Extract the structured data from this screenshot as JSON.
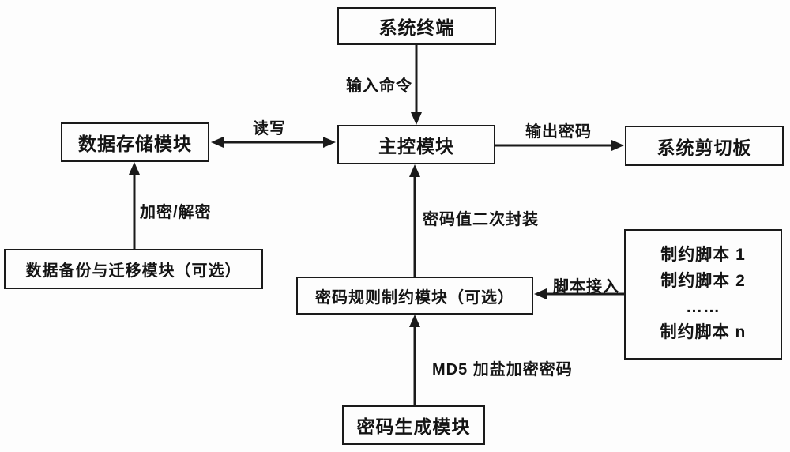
{
  "diagram": {
    "title": "password-manager-module-architecture",
    "colors": {
      "ink": "#1a1a1a",
      "background": "#fdfdfd"
    },
    "nodes": {
      "terminal": {
        "label": "系统终端"
      },
      "main": {
        "label": "主控模块"
      },
      "storage": {
        "label": "数据存储模块"
      },
      "clipboard": {
        "label": "系统剪切板"
      },
      "backup": {
        "label": "数据备份与迁移模块（可选）"
      },
      "rule": {
        "label": "密码规则制约模块（可选）"
      },
      "generator": {
        "label": "密码生成模块"
      },
      "scripts": {
        "lines": [
          "制约脚本 1",
          "制约脚本 2",
          "……",
          "制约脚本 n"
        ]
      }
    },
    "edges": {
      "input_command": {
        "label": "输入命令",
        "from": "terminal",
        "to": "main",
        "direction": "down"
      },
      "read_write": {
        "label": "读写",
        "from": "storage",
        "to": "main",
        "direction": "both"
      },
      "output_password": {
        "label": "输出密码",
        "from": "main",
        "to": "clipboard",
        "direction": "right"
      },
      "encrypt_decrypt": {
        "label": "加密/解密",
        "from": "backup",
        "to": "storage",
        "direction": "up"
      },
      "secondary_pack": {
        "label": "密码值二次封装",
        "from": "rule",
        "to": "main",
        "direction": "up"
      },
      "script_access": {
        "label": "脚本接入",
        "from": "scripts",
        "to": "rule",
        "direction": "left"
      },
      "md5_salt_encrypt": {
        "label": "MD5 加盐加密密码",
        "from": "generator",
        "to": "rule",
        "direction": "up"
      }
    }
  }
}
